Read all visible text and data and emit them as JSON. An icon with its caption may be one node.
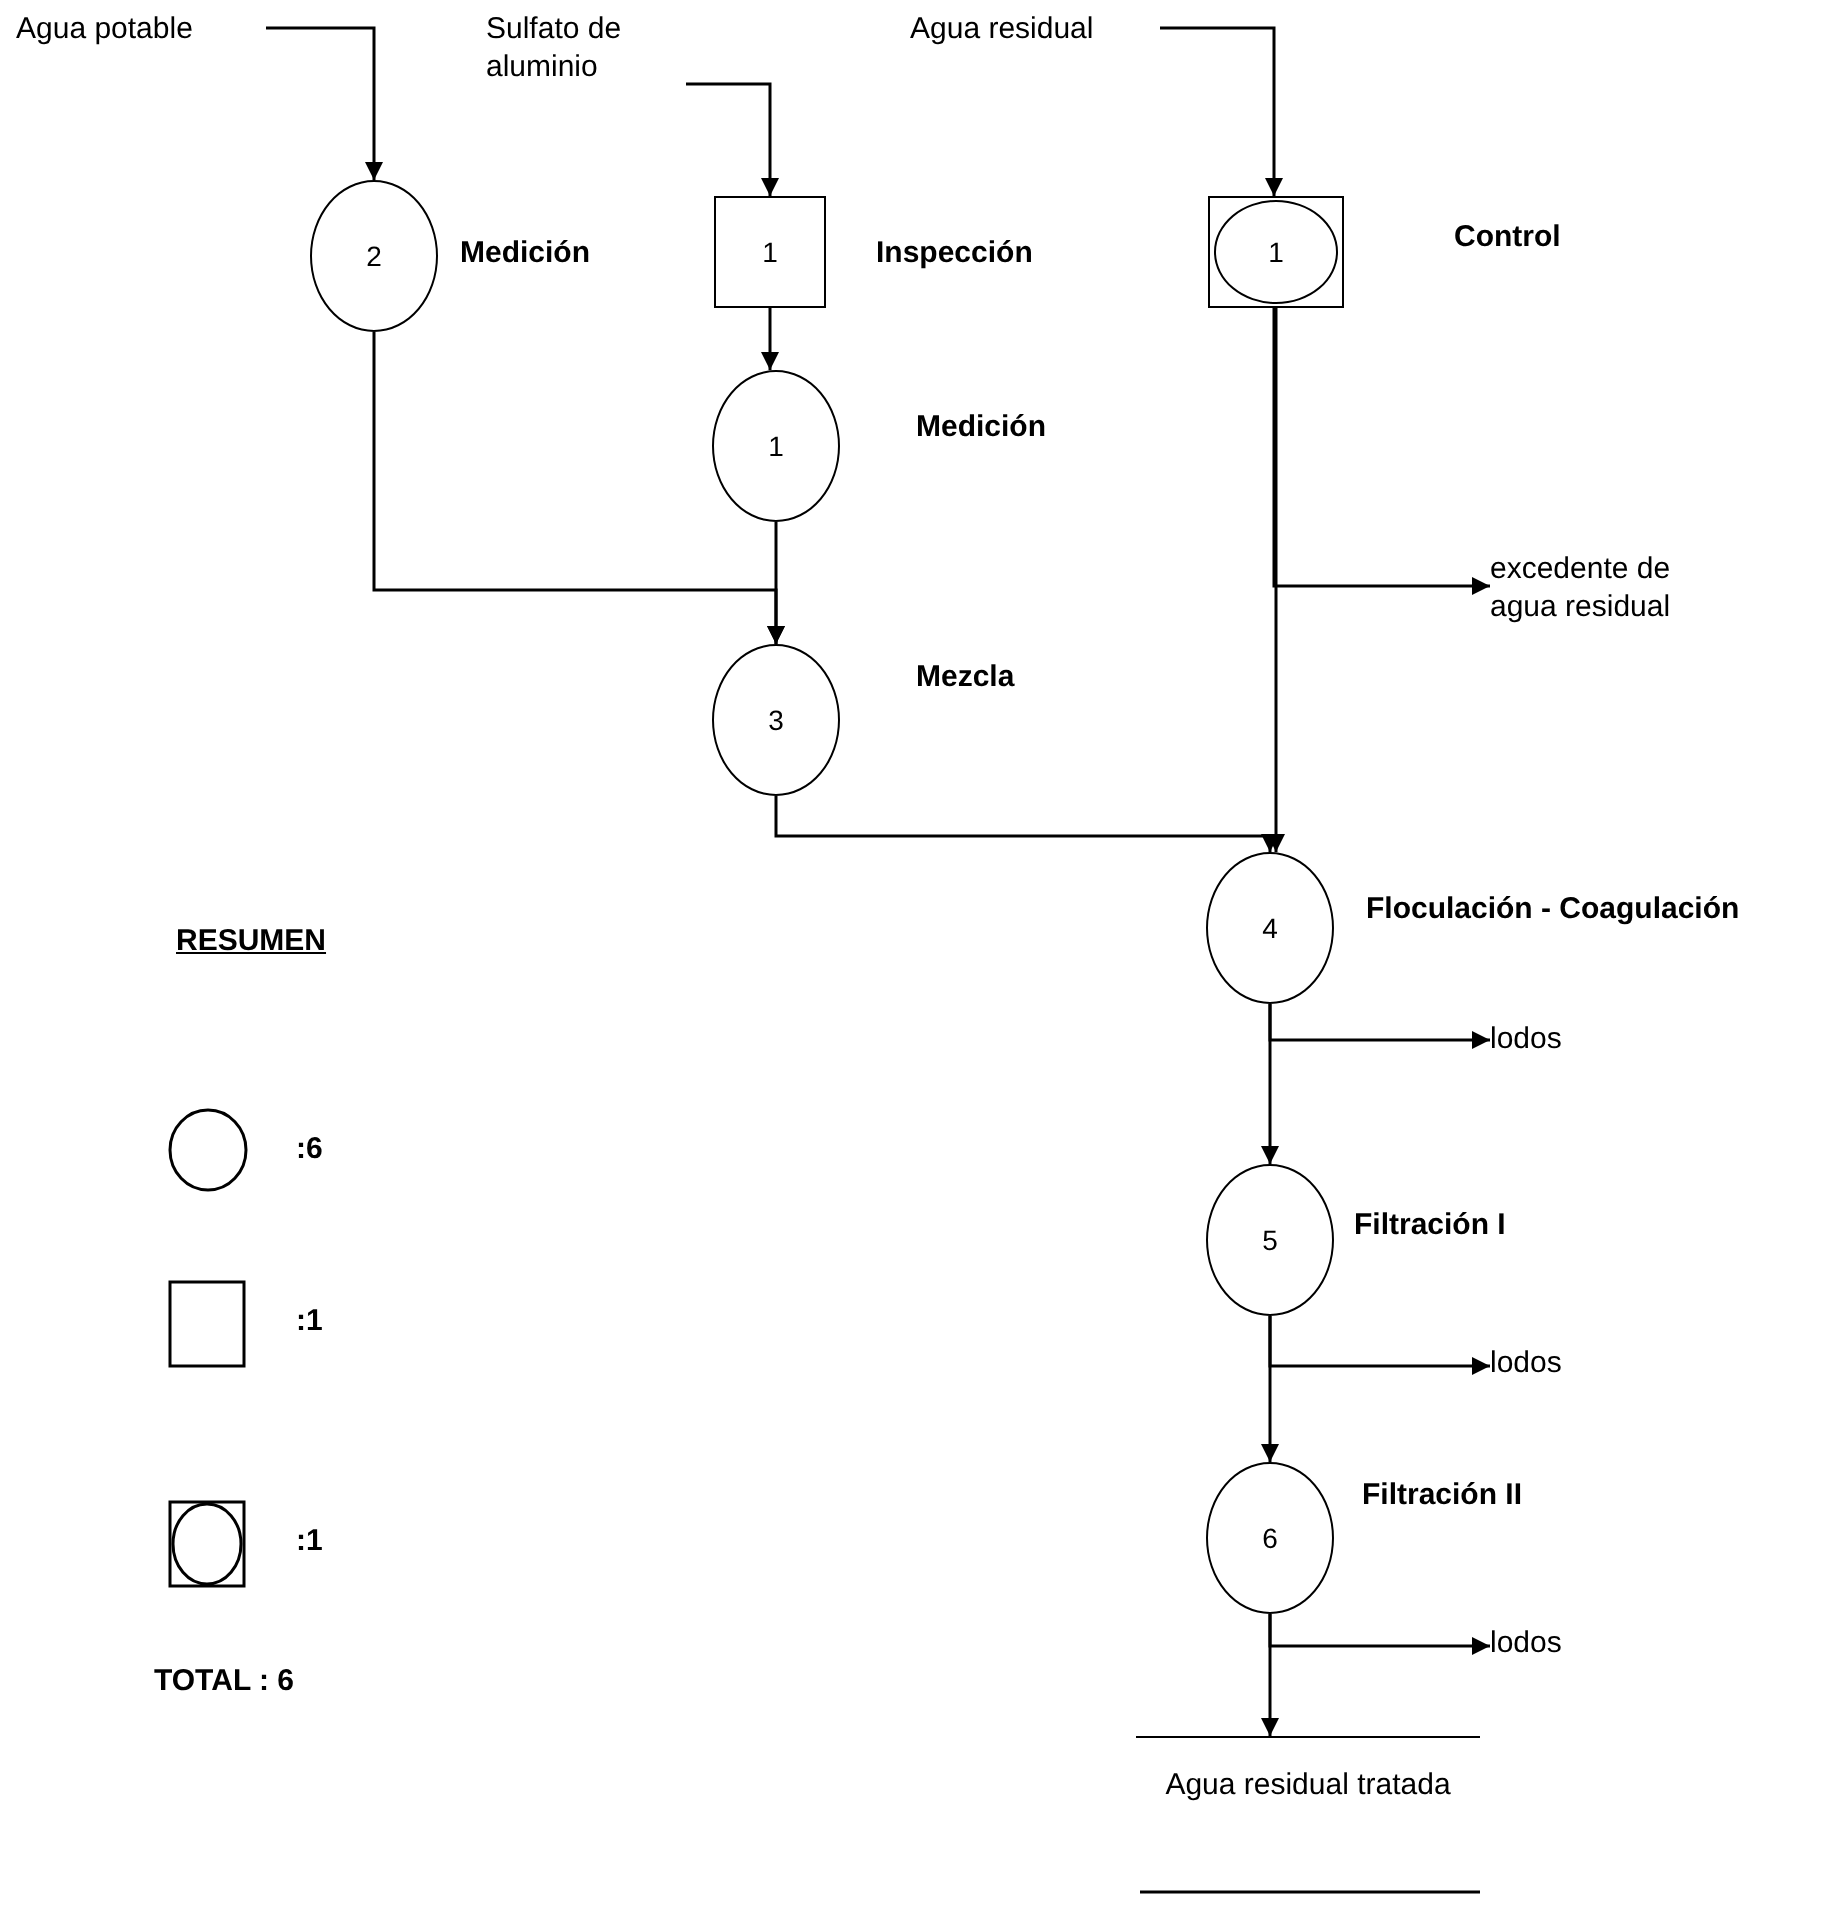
{
  "diagram": {
    "nodes": [
      {
        "text": [
          "Agua potable"
        ]
      },
      {
        "text": [
          "2"
        ],
        "beside": [
          "Medición"
        ]
      },
      {
        "text": [
          "Sulfato de aluminio"
        ]
      },
      {
        "text": [
          "1"
        ],
        "beside": [
          "Inspección"
        ]
      },
      {
        "text": [
          "1"
        ],
        "beside": [
          "Medición"
        ]
      },
      {
        "text": [
          "Agua residual"
        ]
      },
      {
        "text": [
          "1"
        ],
        "beside": [
          "Control"
        ]
      },
      {
        "text": [
          "3"
        ],
        "beside": [
          "Mezcla"
        ]
      },
      {
        "text": [
          "excedente de agua residual"
        ]
      },
      {
        "text": [
          "4"
        ],
        "beside": [
          "Floculación - Coagulación"
        ]
      },
      {
        "text": [
          "lodos"
        ]
      },
      {
        "text": [
          "5"
        ],
        "beside": [
          "Filtración I"
        ]
      },
      {
        "text": [
          "lodos"
        ]
      },
      {
        "text": [
          "6"
        ],
        "beside": [
          "Filtración II"
        ]
      },
      {
        "text": [
          "lodos"
        ]
      },
      {
        "text": [
          "Agua residual tratada"
        ]
      }
    ],
    "edges": [
      {
        "from": 0,
        "to": 1,
        "arrow": "to"
      },
      {
        "from": 2,
        "to": 3,
        "arrow": "to"
      },
      {
        "from": 3,
        "to": 4,
        "arrow": "to"
      },
      {
        "from": 5,
        "to": 6,
        "arrow": "to"
      },
      {
        "from": 1,
        "to": 7,
        "arrow": "to"
      },
      {
        "from": 4,
        "to": 7,
        "arrow": "to"
      },
      {
        "from": 6,
        "to": 8,
        "arrow": "to"
      },
      {
        "from": 6,
        "to": 9,
        "arrow": "to"
      },
      {
        "from": 7,
        "to": 9,
        "arrow": "to"
      },
      {
        "from": 9,
        "to": 10,
        "arrow": "to"
      },
      {
        "from": 9,
        "to": 11,
        "arrow": "to"
      },
      {
        "from": 11,
        "to": 12,
        "arrow": "to"
      },
      {
        "from": 11,
        "to": 13,
        "arrow": "to"
      },
      {
        "from": 13,
        "to": 14,
        "arrow": "to"
      },
      {
        "from": 13,
        "to": 15,
        "arrow": "to"
      }
    ],
    "labels": [
      "RESUMEN",
      "TOTAL : 6"
    ],
    "legend": [
      {
        "text": ":6"
      },
      {
        "text": ":1"
      },
      {
        "text": ":1"
      }
    ]
  }
}
